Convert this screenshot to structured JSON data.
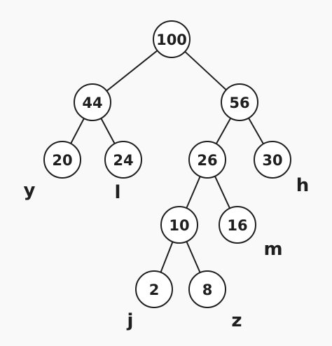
{
  "tree": {
    "nodes": [
      {
        "id": "n100",
        "value": "100"
      },
      {
        "id": "n44",
        "value": "44"
      },
      {
        "id": "n56",
        "value": "56"
      },
      {
        "id": "n20",
        "value": "20",
        "label": "y"
      },
      {
        "id": "n24",
        "value": "24",
        "label": "l"
      },
      {
        "id": "n26",
        "value": "26"
      },
      {
        "id": "n30",
        "value": "30",
        "label": "h"
      },
      {
        "id": "n10",
        "value": "10"
      },
      {
        "id": "n16",
        "value": "16",
        "label": "m"
      },
      {
        "id": "n2",
        "value": "2",
        "label": "j"
      },
      {
        "id": "n8",
        "value": "8",
        "label": "z"
      }
    ],
    "edges": [
      [
        "n100",
        "n44"
      ],
      [
        "n100",
        "n56"
      ],
      [
        "n44",
        "n20"
      ],
      [
        "n44",
        "n24"
      ],
      [
        "n56",
        "n26"
      ],
      [
        "n56",
        "n30"
      ],
      [
        "n26",
        "n10"
      ],
      [
        "n26",
        "n16"
      ],
      [
        "n10",
        "n2"
      ],
      [
        "n10",
        "n8"
      ]
    ]
  }
}
